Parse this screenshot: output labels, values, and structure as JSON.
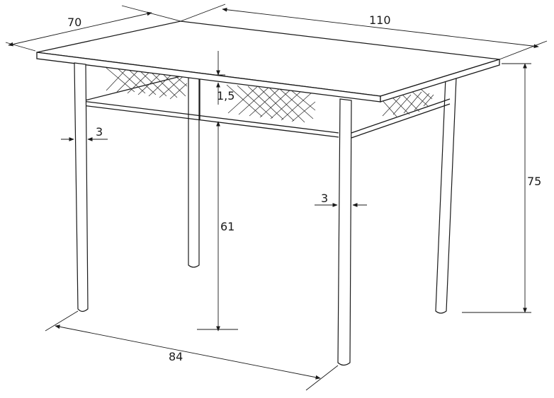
{
  "dimensions": {
    "depth_top": "70",
    "width_top": "110",
    "top_thickness": "1,5",
    "leg_width_left": "3",
    "leg_width_right": "3",
    "height_total": "75",
    "height_under_frame": "61",
    "leg_span": "84"
  },
  "colors": {
    "line": "#1a1a1a",
    "background": "#ffffff"
  }
}
